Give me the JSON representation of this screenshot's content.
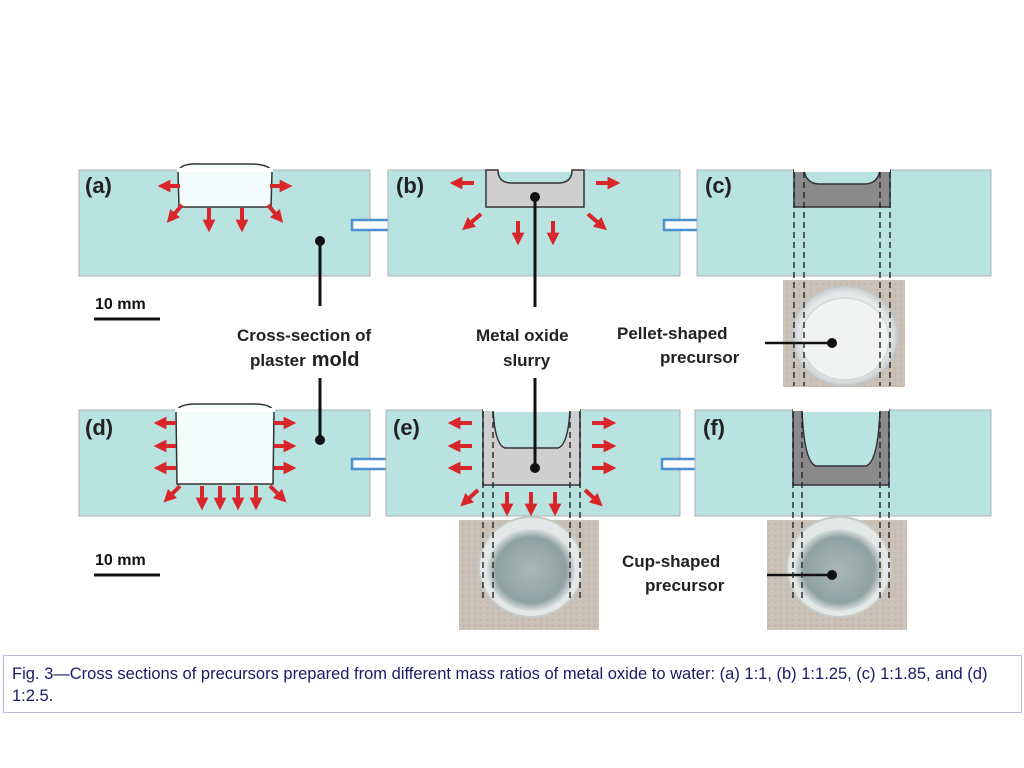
{
  "panels": {
    "a": "(a)",
    "b": "(b)",
    "c": "(c)",
    "d": "(d)",
    "e": "(e)",
    "f": "(f)"
  },
  "scale_bar_top": "10 mm",
  "scale_bar_bottom": "10 mm",
  "labels": {
    "mold_line1": "Cross-section of",
    "mold_line2_prefix": "plaster",
    "mold_line2_bold": "mold",
    "slurry_line1": "Metal oxide",
    "slurry_line2": "slurry",
    "pellet_line1": "Pellet-shaped",
    "pellet_line2": "precursor",
    "cup_line1": "Cup-shaped",
    "cup_line2": "precursor"
  },
  "caption": "Fig. 3—Cross sections of precursors prepared from different mass ratios of metal oxide to water: (a) 1:1, (b) 1:1.25, (c) 1:1.85, and (d) 1:2.5.",
  "colors": {
    "mold": "#b9e3e0",
    "arrow_red": "#d8262b",
    "flow_arrow": "#4a8fd0",
    "slurry_light": "#cfcfcf",
    "precursor_dark": "#8a8a8a",
    "caption_text": "#1a1a66"
  }
}
